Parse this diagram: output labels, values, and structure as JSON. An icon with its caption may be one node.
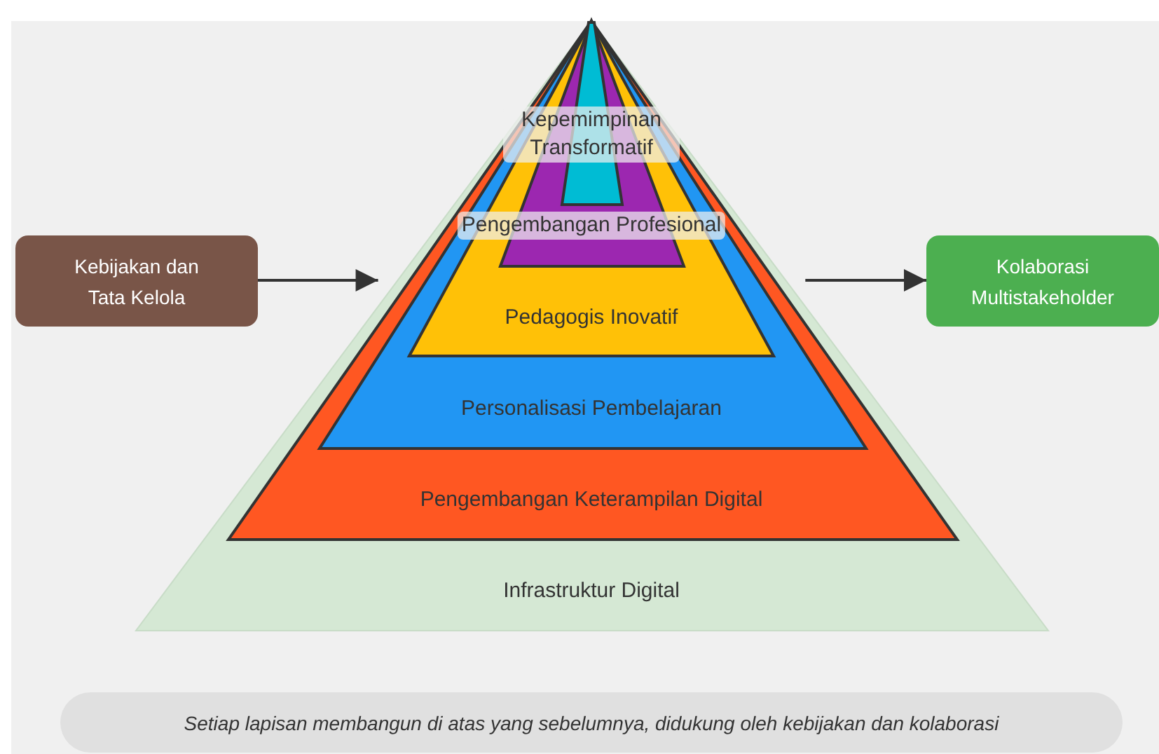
{
  "diagram": {
    "caption": "Setiap lapisan membangun di atas yang sebelumnya, didukung oleh kebijakan dan kolaborasi",
    "nodes": [
      {
        "text": [
          "Infrastruktur Digital"
        ]
      },
      {
        "text": [
          "Pengembangan Keterampilan Digital"
        ],
        "in": 0
      },
      {
        "text": [
          "Personalisasi Pembelajaran"
        ],
        "in": 1
      },
      {
        "text": [
          "Pedagogis Inovatif"
        ],
        "in": 2
      },
      {
        "text": [
          "Pengembangan Profesional"
        ],
        "in": 3
      },
      {
        "text": [
          "Kepemimpinan Transformatif"
        ],
        "in": 4
      },
      {
        "text": [
          "Kebijakan dan Tata Kelola"
        ]
      },
      {
        "text": [
          "Kolaborasi Multistakeholder"
        ]
      }
    ],
    "edges": [
      {
        "from": 6,
        "to": 0,
        "arrow": "to"
      },
      {
        "from": 0,
        "to": 7,
        "arrow": "to"
      }
    ]
  }
}
